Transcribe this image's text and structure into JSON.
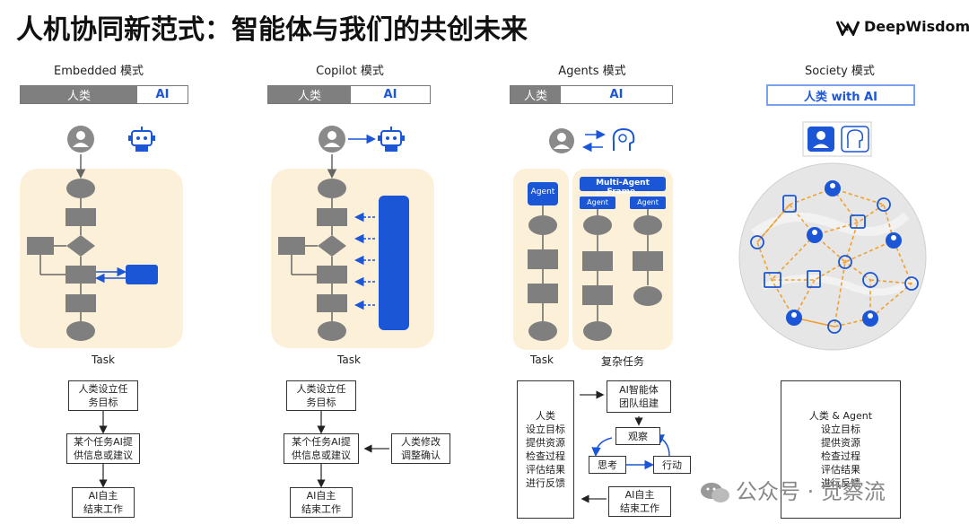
{
  "title": "人机协同新范式：智能体与我们的共创未来",
  "logo": "DeepWisdom",
  "columns": [
    {
      "title": "Embedded 模式",
      "human": "人类",
      "ai": "AI",
      "task": "Task"
    },
    {
      "title": "Copilot 模式",
      "human": "人类",
      "ai": "AI",
      "task": "Task"
    },
    {
      "title": "Agents 模式",
      "human": "人类",
      "ai": "AI",
      "task": "Task",
      "complex_task": "复杂任务"
    },
    {
      "title": "Society 模式",
      "bar": "人类 with AI"
    }
  ],
  "agents": {
    "agent_label": "Agent",
    "frame_label": "Multi-Agent Frame.",
    "sub_agent_1": "Agent",
    "sub_agent_2": "Agent"
  },
  "flows": {
    "embedded": [
      "人类设立任\n务目标",
      "某个任务AI提\n供信息或建议",
      "AI自主\n结束工作"
    ],
    "copilot": [
      "人类设立任\n务目标",
      "某个任务AI提\n供信息或建议",
      "人类修改\n调整确认",
      "AI自主\n结束工作"
    ],
    "agents": {
      "left_box": "人类\n设立目标\n提供资源\n检查过程\n评估结果\n进行反馈",
      "team": "AI智能体\n团队组建",
      "observe": "观察",
      "think": "思考",
      "act": "行动",
      "end": "AI自主\n结束工作"
    },
    "society": "人类 & Agent\n设立目标\n提供资源\n检查过程\n评估结果\n进行反馈"
  },
  "watermark": "公众号 · 觉察流"
}
